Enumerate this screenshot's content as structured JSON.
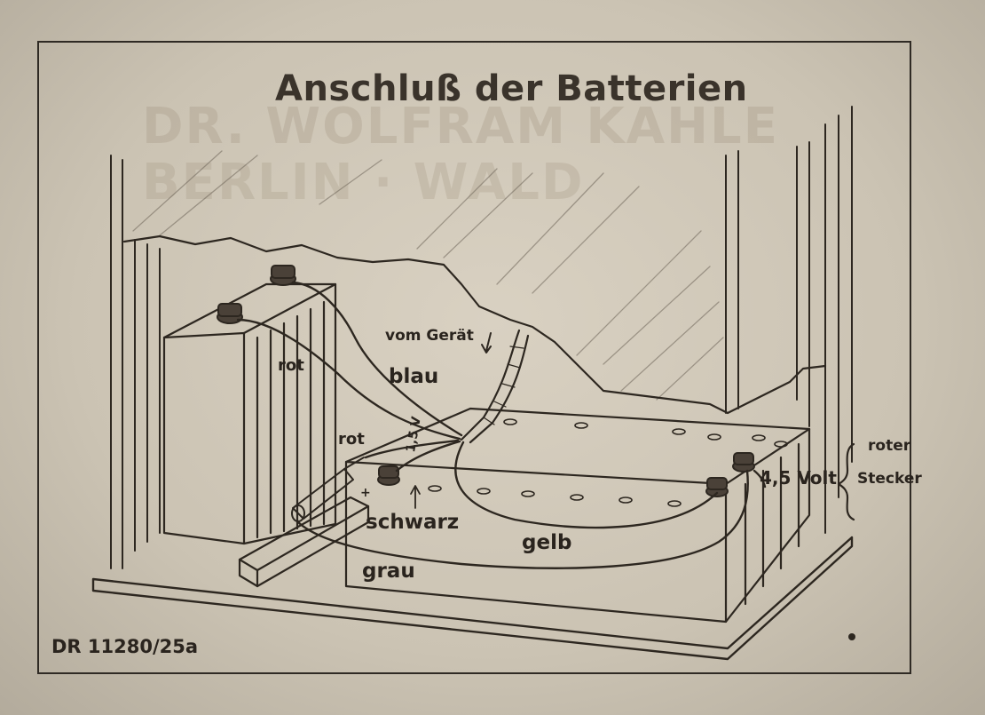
{
  "title": "Anschluß der Batterien",
  "watermark": {
    "line1": "DR. WOLFRAM KAHLE",
    "line2": "BERLIN · WALD"
  },
  "labels": {
    "vom_geraet": "vom Gerät",
    "rot_top": "rot",
    "blau": "blau",
    "rot_mid": "rot",
    "volt_1_5": "1,5 V",
    "plus": "+",
    "schwarz": "schwarz",
    "gelb": "gelb",
    "grau": "grau",
    "volt_4_5": "4,5 Volt",
    "roter": "roter",
    "stecker": "Stecker"
  },
  "code": "DR 11280/25a",
  "colors": {
    "paper": "#d3cbbc",
    "ink": "#2a241e",
    "frame": "#2f2a24"
  }
}
